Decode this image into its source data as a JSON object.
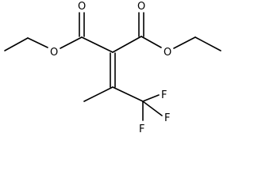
{
  "diagram": {
    "atoms": {
      "o_left_carbonyl": "O",
      "o_right_carbonyl": "O",
      "o_left_ester": "O",
      "o_right_ester": "O",
      "f_top": "F",
      "f_right": "F",
      "f_bottom": "F"
    },
    "colors": {
      "bond": "#000000",
      "background": "#ffffff"
    }
  }
}
